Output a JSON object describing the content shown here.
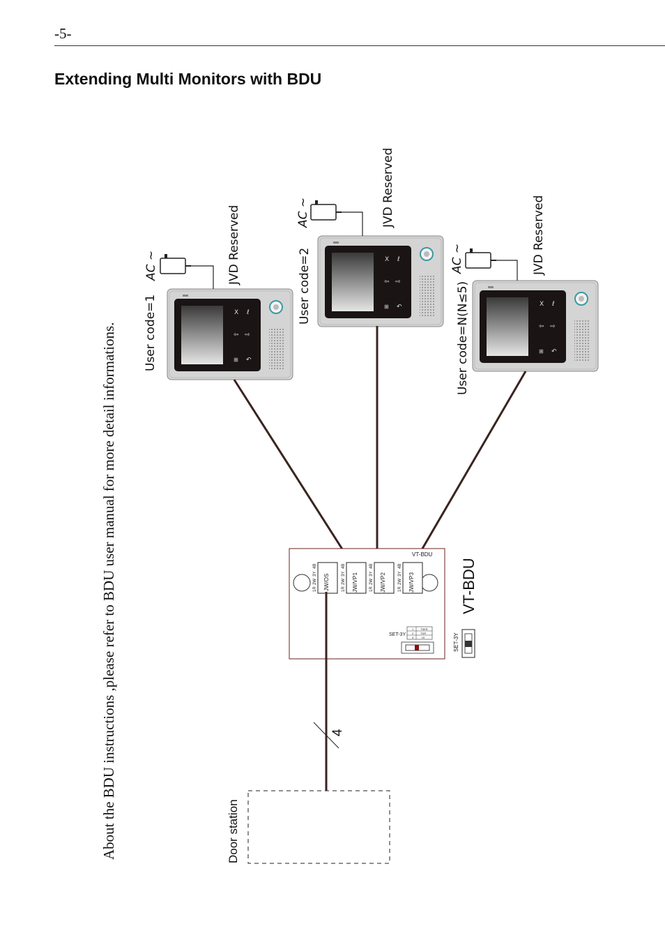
{
  "page": {
    "number": "-5-",
    "title": "Extending Multi Monitors with BDU"
  },
  "note": "About the BDU instructions ,please refer to BDU user manual for more detail informations.",
  "monitors": [
    {
      "user_code": "User code=1",
      "ac_label": "AC ~",
      "reserved_label": "JVD Reserved"
    },
    {
      "user_code": "User code=2",
      "ac_label": "AC ~",
      "reserved_label": "JVD Reserved"
    },
    {
      "user_code": "User code=N(N≤5)",
      "ac_label": "AC ~",
      "reserved_label": "JVD Reserved"
    }
  ],
  "bdu": {
    "board_label": "VT-BDU",
    "side_label": "VT-BDU",
    "ports": [
      "JW/OS",
      "JW/VP1",
      "JW/VP2",
      "JW/VP3"
    ],
    "pins": [
      "1R",
      "2W",
      "3Y",
      "4B"
    ],
    "switch_label": "SET-3Y",
    "switch_side_label": "SET-3Y",
    "switch_table": [
      "TSER",
      "TDR",
      "HI"
    ],
    "switch_table_idx": [
      "1",
      "2",
      "3"
    ]
  },
  "door_station": {
    "label": "Door station",
    "wire_count": "4"
  },
  "colors": {
    "wire": "#3a2420",
    "monitor_body": "#d4d4d4",
    "screen_frame": "#1a1414"
  }
}
